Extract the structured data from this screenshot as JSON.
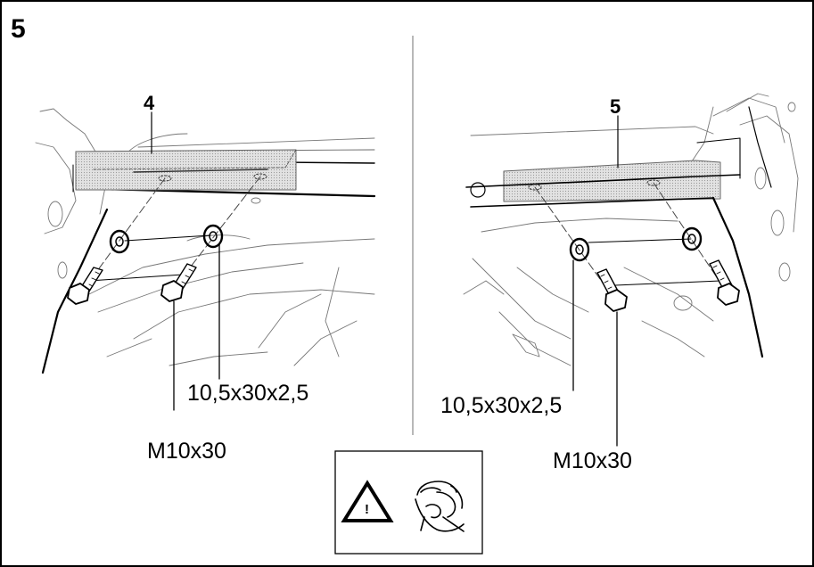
{
  "step_number": "5",
  "left_panel": {
    "part_number": "4",
    "washer_label": "10,5x30x2,5",
    "bolt_label": "M10x30"
  },
  "right_panel": {
    "part_number": "5",
    "washer_label": "10,5x30x2,5",
    "bolt_label": "M10x30"
  },
  "notice_box": {
    "icons": [
      "warning-triangle-icon",
      "hand-tighten-icon"
    ],
    "warning_glyph": "!"
  }
}
